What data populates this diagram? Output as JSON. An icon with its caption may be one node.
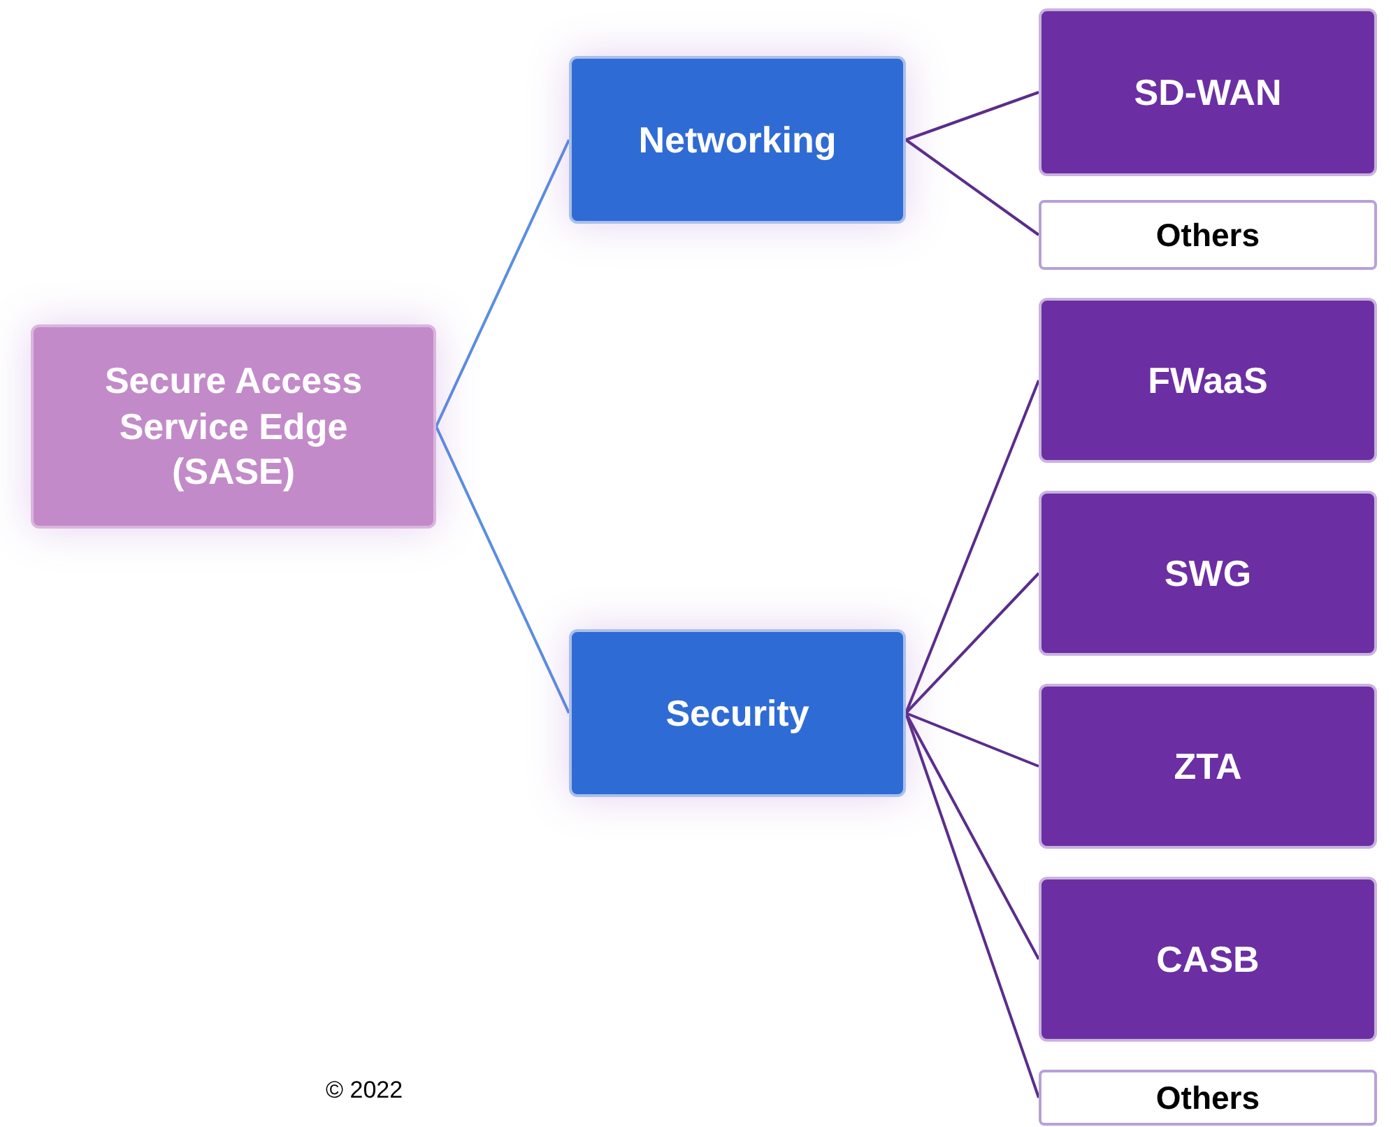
{
  "diagram": {
    "nodes": [
      {
        "text": [
          "Secure Access Service Edge (SASE)"
        ]
      },
      {
        "text": [
          "Networking"
        ]
      },
      {
        "text": [
          "Security"
        ]
      },
      {
        "text": [
          "SD-WAN"
        ]
      },
      {
        "text": [
          "Others"
        ]
      },
      {
        "text": [
          "FWaaS"
        ]
      },
      {
        "text": [
          "SWG"
        ]
      },
      {
        "text": [
          "ZTA"
        ]
      },
      {
        "text": [
          "CASB"
        ]
      },
      {
        "text": [
          "Others"
        ]
      }
    ],
    "edges": [
      {
        "from": 0,
        "to": 1,
        "arrow": "none",
        "color": "#5b8ee0"
      },
      {
        "from": 0,
        "to": 2,
        "arrow": "none",
        "color": "#5b8ee0"
      },
      {
        "from": 1,
        "to": 3,
        "arrow": "none"
      },
      {
        "from": 1,
        "to": 4,
        "arrow": "none"
      },
      {
        "from": 2,
        "to": 5,
        "arrow": "none"
      },
      {
        "from": 2,
        "to": 6,
        "arrow": "none"
      },
      {
        "from": 2,
        "to": 7,
        "arrow": "none"
      },
      {
        "from": 2,
        "to": 8,
        "arrow": "none"
      },
      {
        "from": 2,
        "to": 9,
        "arrow": "none"
      }
    ],
    "labels": [
      "© 2022"
    ]
  }
}
